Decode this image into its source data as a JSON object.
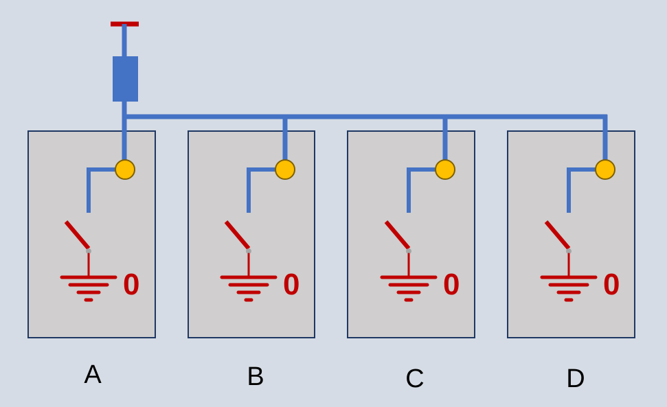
{
  "colors": {
    "background": "#d6dce5",
    "panel_fill": "#d0cece",
    "panel_border": "#1f3864",
    "wire": "#4472c4",
    "fuse": "#4472c4",
    "supply_cap": "#c00000",
    "connection_dot": "#ffc000",
    "switch_and_ground": "#c00000"
  },
  "panels": [
    {
      "id": "A",
      "label": "A",
      "state": "0"
    },
    {
      "id": "B",
      "label": "B",
      "state": "0"
    },
    {
      "id": "C",
      "label": "C",
      "state": "0"
    },
    {
      "id": "D",
      "label": "D",
      "state": "0"
    }
  ],
  "icons": [
    "supply-terminal-icon",
    "fuse-icon",
    "connection-dot-icon",
    "switch-icon",
    "ground-icon"
  ]
}
